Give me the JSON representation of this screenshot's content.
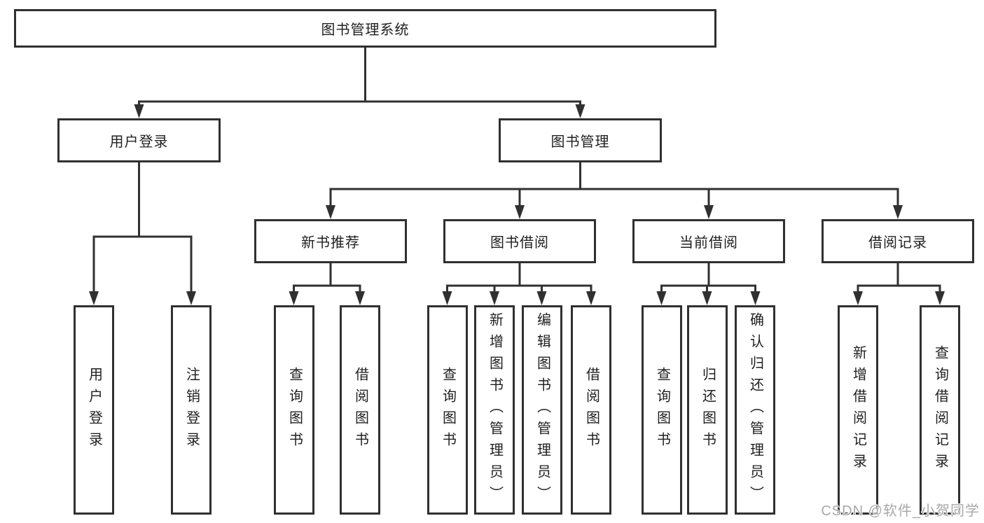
{
  "diagram": {
    "watermark": "CSDN @软件_小贺同学",
    "colors": {
      "line": "#303030",
      "text": "#1f1f1f",
      "box_fill": "#ffffff",
      "watermark": "#a8a8a8"
    },
    "tree": {
      "root": {
        "label": "图书管理系统"
      },
      "branches": [
        {
          "label": "用户登录",
          "children": [
            {
              "label": "用户登录"
            },
            {
              "label": "注销登录"
            }
          ]
        },
        {
          "label": "图书管理",
          "children": [
            {
              "label": "新书推荐",
              "children": [
                {
                  "label": "查询图书"
                },
                {
                  "label": "借阅图书"
                }
              ]
            },
            {
              "label": "图书借阅",
              "children": [
                {
                  "label": "查询图书"
                },
                {
                  "label": "新增图书（管理员）"
                },
                {
                  "label": "编辑图书（管理员）"
                },
                {
                  "label": "借阅图书"
                }
              ]
            },
            {
              "label": "当前借阅",
              "children": [
                {
                  "label": "查询图书"
                },
                {
                  "label": "归还图书"
                },
                {
                  "label": "确认归还（管理员）"
                }
              ]
            },
            {
              "label": "借阅记录",
              "children": [
                {
                  "label": "新增借阅记录"
                },
                {
                  "label": "查询借阅记录"
                }
              ]
            }
          ]
        }
      ]
    }
  }
}
